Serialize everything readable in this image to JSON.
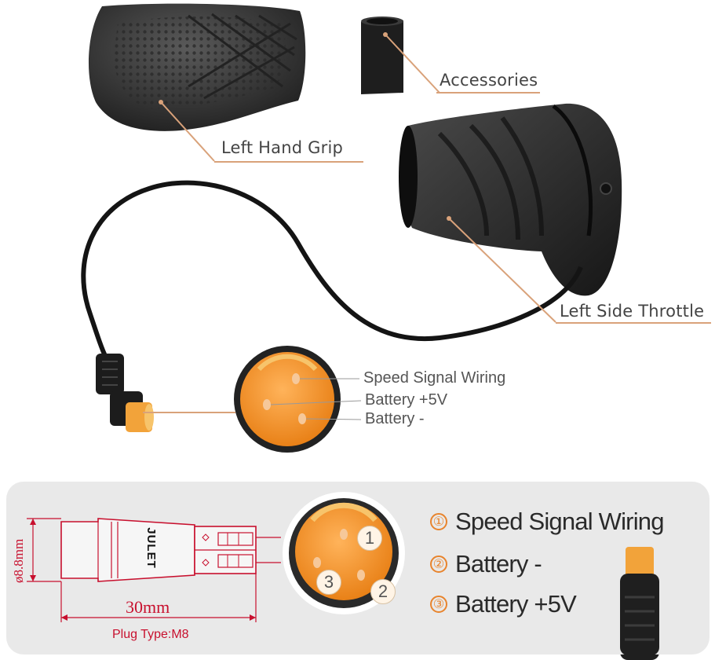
{
  "callouts": {
    "accessories": "Accessories",
    "left_hand_grip": "Left Hand Grip",
    "left_side_throttle": "Left Side Throttle"
  },
  "connector_pins": {
    "speed_signal": "Speed Signal Wiring",
    "battery_plus": "Battery +5V",
    "battery_minus": "Battery -"
  },
  "diagram": {
    "brand": "JULET",
    "diameter": "ø8.8mm",
    "length": "30mm",
    "plug_type": "Plug Type:M8",
    "pin_badges": [
      "1",
      "3",
      "2"
    ]
  },
  "legend": [
    {
      "num": "①",
      "text": "Speed Signal Wiring"
    },
    {
      "num": "②",
      "text": "Battery -"
    },
    {
      "num": "③",
      "text": "Battery +5V"
    }
  ],
  "colors": {
    "accent_orange": "#e8842d",
    "dimension_red": "#c8102e",
    "callout_line": "#d9a27a"
  }
}
